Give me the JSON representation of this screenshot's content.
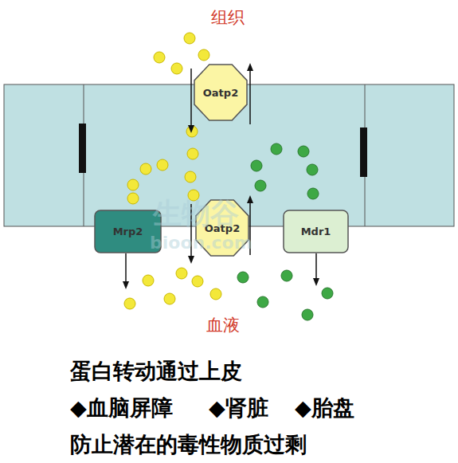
{
  "diagram": {
    "nodes": [
      {
        "text": [
          "Oatp2"
        ]
      },
      {
        "text": [
          "Mrp2"
        ]
      },
      {
        "text": [
          "Oatp2"
        ]
      },
      {
        "text": [
          "Mdr1"
        ]
      }
    ],
    "labels": [
      "组织",
      "血液",
      "蛋白转动通过上皮",
      "◆血脑屏障",
      "◆肾脏",
      "◆胎盘",
      "防止潜在的毒性物质过剩",
      "生物谷",
      "bioon.com"
    ]
  }
}
